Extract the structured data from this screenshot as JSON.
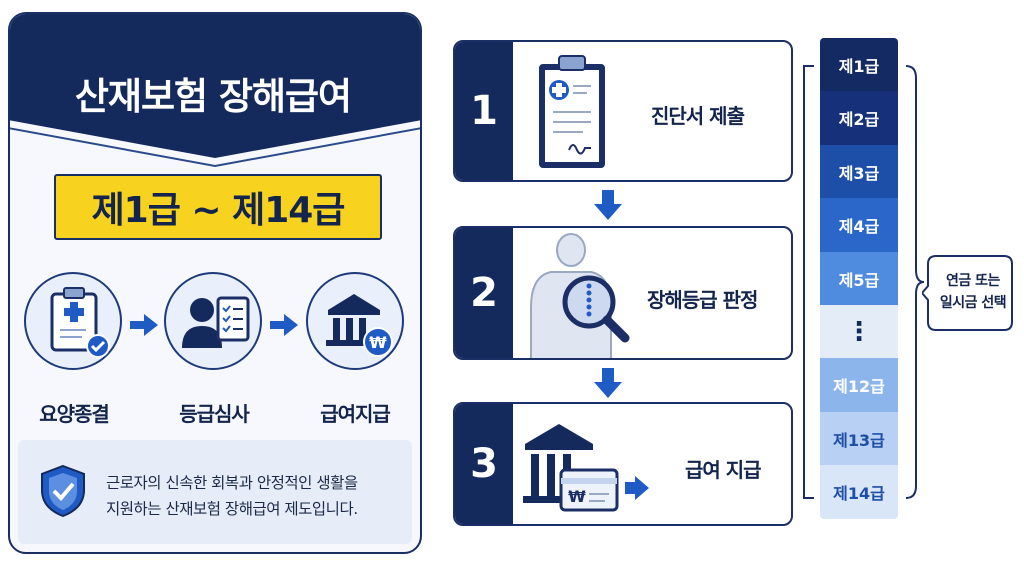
{
  "left_panel": {
    "title": "산재보험 장해급여",
    "grade_range": "제1급 ~ 제14급",
    "steps": [
      {
        "label": "요양종결",
        "icon": "clipboard-check-icon"
      },
      {
        "label": "등급심사",
        "icon": "person-checklist-icon"
      },
      {
        "label": "급여지급",
        "icon": "bank-won-icon"
      }
    ],
    "description_line1": "근로자의 신속한 회복과 안정적인 생활을",
    "description_line2": "지원하는 산재보험 장해급여 제도입니다.",
    "description_icon": "shield-check-icon"
  },
  "process": [
    {
      "number": "1",
      "label": "진단서 제출",
      "icon": "medical-clipboard-icon"
    },
    {
      "number": "2",
      "label": "장해등급 판정",
      "icon": "body-magnifier-icon"
    },
    {
      "number": "3",
      "label": "급여 지급",
      "icon": "bank-card-icon"
    }
  ],
  "grades": {
    "items": [
      "제1급",
      "제2급",
      "제3급",
      "제4급",
      "제5급",
      "⋮",
      "제12급",
      "제13급",
      "제14급"
    ],
    "colors": [
      "#142a63",
      "#16307a",
      "#1d4ea8",
      "#2a67c8",
      "#4f8ce0",
      "#e4ecf8",
      "#8cb5ec",
      "#b7d0f3",
      "#d9e6f8"
    ]
  },
  "note": {
    "line1": "연금 또는",
    "line2": "일시금 선택"
  },
  "colors": {
    "navy": "#14295c",
    "accent_blue": "#1f5bc4",
    "yellow": "#f7d21e"
  }
}
